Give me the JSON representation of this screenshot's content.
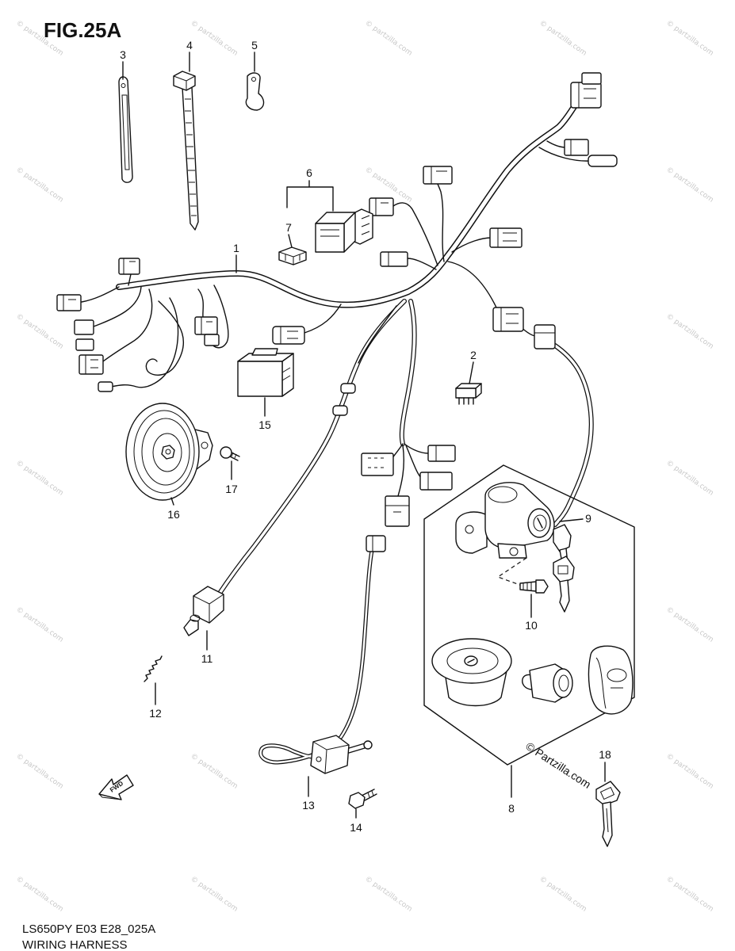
{
  "figure": {
    "title": "FIG.25A",
    "code": "LS650PY E03 E28_025A",
    "caption": "WIRING HARNESS"
  },
  "callouts": [
    "1",
    "2",
    "3",
    "4",
    "5",
    "6",
    "7",
    "8",
    "9",
    "10",
    "11",
    "12",
    "13",
    "14",
    "15",
    "16",
    "17",
    "18"
  ],
  "fwd_label": "FWD",
  "copyright": "© Partzilla.com",
  "watermark": "© partzilla.com",
  "colors": {
    "line": "#111111",
    "background": "#ffffff",
    "watermark": "#c8c8c8"
  }
}
